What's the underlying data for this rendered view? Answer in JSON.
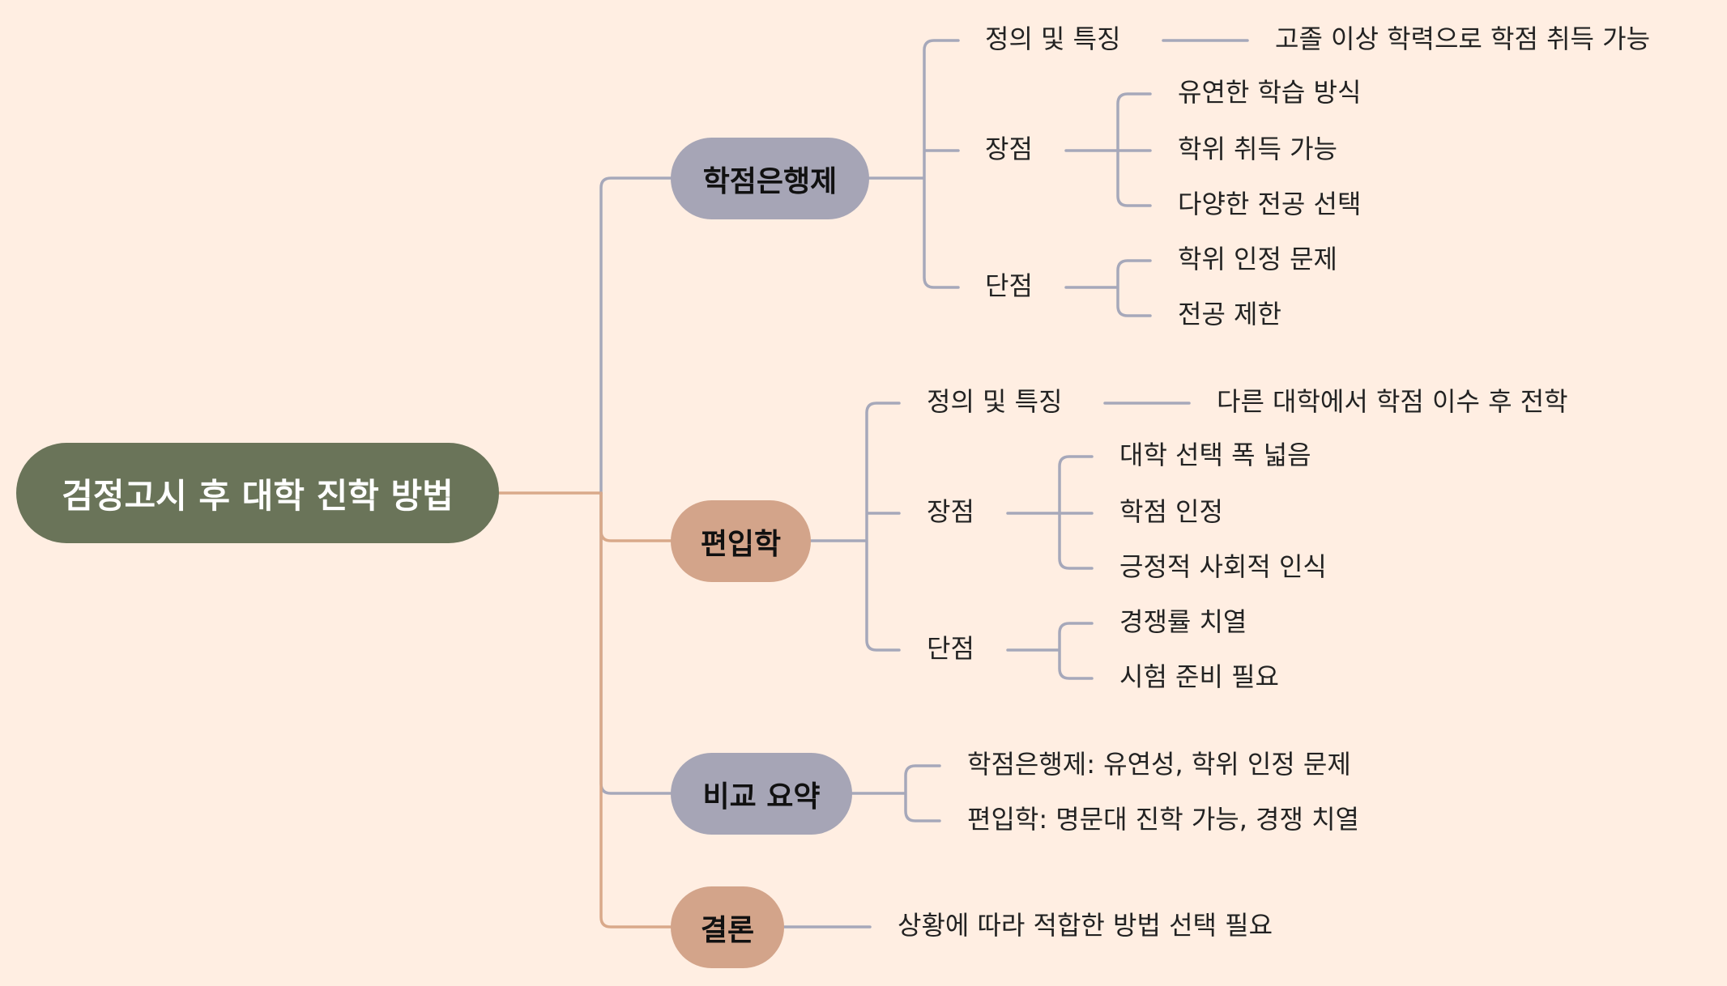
{
  "root": {
    "label": "검정고시 후 대학 진학 방법"
  },
  "branches": [
    {
      "label": "학점은행제",
      "children": [
        {
          "label": "정의 및 특징",
          "children": [
            "고졸 이상 학력으로 학점 취득 가능"
          ]
        },
        {
          "label": "장점",
          "children": [
            "유연한 학습 방식",
            "학위 취득 가능",
            "다양한 전공 선택"
          ]
        },
        {
          "label": "단점",
          "children": [
            "학위 인정 문제",
            "전공 제한"
          ]
        }
      ]
    },
    {
      "label": "편입학",
      "children": [
        {
          "label": "정의 및 특징",
          "children": [
            "다른 대학에서 학점 이수 후 전학"
          ]
        },
        {
          "label": "장점",
          "children": [
            "대학 선택 폭 넓음",
            "학점 인정",
            "긍정적 사회적 인식"
          ]
        },
        {
          "label": "단점",
          "children": [
            "경쟁률 치열",
            "시험 준비 필요"
          ]
        }
      ]
    },
    {
      "label": "비교 요약",
      "children": [
        "학점은행제: 유연성, 학위 인정 문제",
        "편입학: 명문대 진학 가능, 경쟁 치열"
      ]
    },
    {
      "label": "결론",
      "children": [
        "상황에 따라 적합한 방법 선택 필요"
      ]
    }
  ],
  "colors": {
    "background": "#FFEEE2",
    "root": "#6A7459",
    "topic_gray": "#A6A5B6",
    "topic_tan": "#D3A48A",
    "line_gray": "#A6A8BA",
    "line_tan": "#D9A98A"
  }
}
